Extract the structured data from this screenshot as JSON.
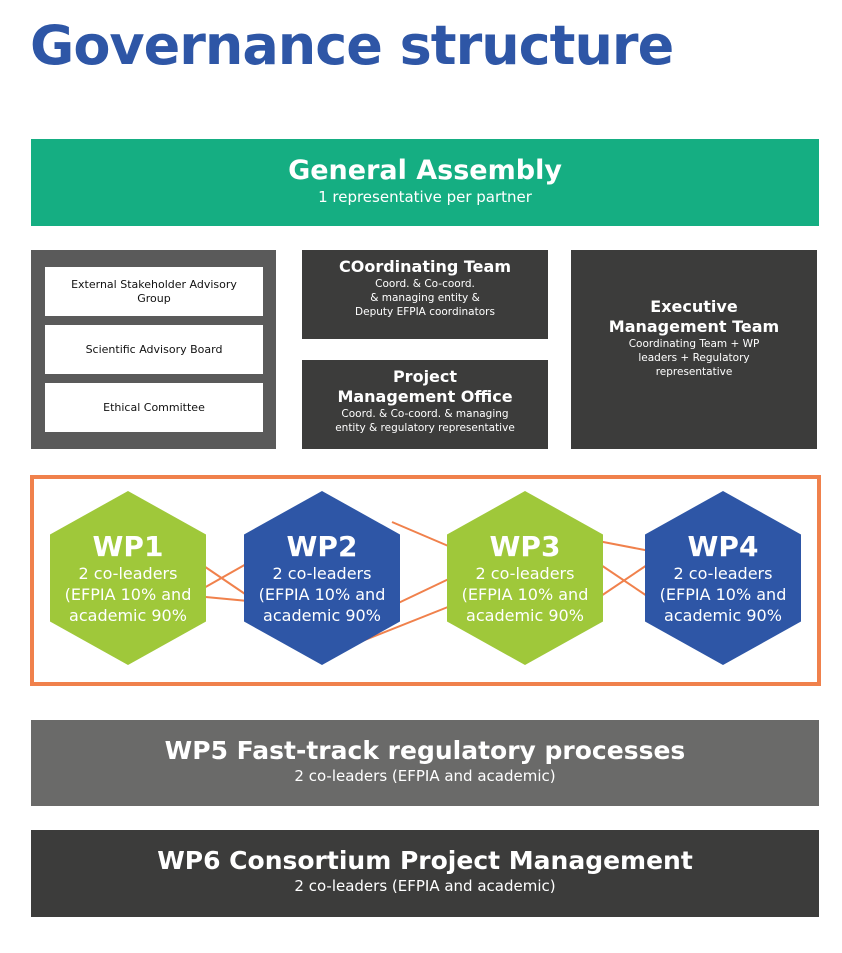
{
  "title": "Governance structure",
  "general_assembly": {
    "heading": "General Assembly",
    "subtitle": "1 representative per partner"
  },
  "advisory": {
    "items": [
      {
        "label": "External Stakeholder Advisory Group"
      },
      {
        "label": "Scientific Advisory Board"
      },
      {
        "label": "Ethical Committee"
      }
    ]
  },
  "coordinating_team": {
    "heading": "COordinating Team",
    "lines": [
      "Coord. & Co-coord.",
      "& managing entity &",
      "Deputy EFPIA coordinators"
    ]
  },
  "pmo": {
    "heading_lines": [
      "Project",
      "Management Office"
    ],
    "lines": [
      "Coord. & Co-coord. & managing",
      "entity & regulatory representative"
    ]
  },
  "executive_team": {
    "heading_lines": [
      "Executive",
      "Management Team"
    ],
    "lines": [
      "Coordinating Team + WP",
      "leaders + Regulatory",
      "representative"
    ]
  },
  "work_packages": [
    {
      "name": "WP1",
      "lines": [
        "2 co-leaders",
        "(EFPIA 10% and",
        "academic 90%"
      ],
      "color": "#9fc83a"
    },
    {
      "name": "WP2",
      "lines": [
        "2 co-leaders",
        "(EFPIA 10% and",
        "academic 90%"
      ],
      "color": "#2e56a6"
    },
    {
      "name": "WP3",
      "lines": [
        "2 co-leaders",
        "(EFPIA 10% and",
        "academic 90%"
      ],
      "color": "#9fc83a"
    },
    {
      "name": "WP4",
      "lines": [
        "2 co-leaders",
        "(EFPIA 10% and",
        "academic 90%"
      ],
      "color": "#2e56a6"
    }
  ],
  "wp5": {
    "heading": "WP5 Fast-track regulatory processes",
    "subtitle": "2 co-leaders (EFPIA and academic)"
  },
  "wp6": {
    "heading": "WP6 Consortium Project Management",
    "subtitle": "2 co-leaders (EFPIA and academic)"
  },
  "colors": {
    "title": "#2e56a6",
    "general_assembly": "#15ae82",
    "dark_box": "#3c3c3b",
    "advisory_box": "#5a5a5a",
    "wp5_bar": "#6a6a69",
    "wp_frame": "#f0814c",
    "connector": "#f0814c"
  }
}
